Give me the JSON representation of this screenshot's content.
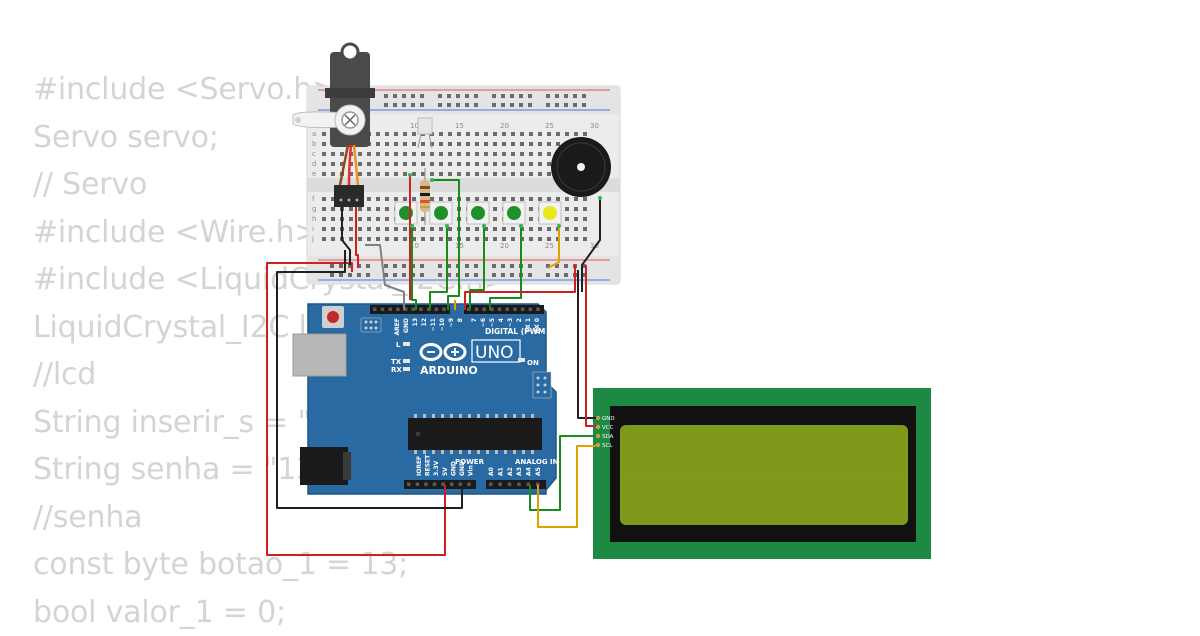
{
  "code_lines": [
    "#include <Servo.h>",
    "Servo servo;",
    "// Servo",
    "#include <Wire.h>",
    "#include <LiquidCrystal_I2C.h>",
    "LiquidCrystal_I2C lcd(0x27, 16, 2);",
    "//lcd",
    "String inserir_s = \"\";",
    "String senha = \"1234\";",
    "//senha",
    "const byte botao_1 = 13;",
    "bool valor_1 = 0;"
  ],
  "arduino": {
    "brand": "ARDUINO",
    "model": "UNO",
    "digital_header": "DIGITAL (PWM ~)",
    "analog_header": "ANALOG IN",
    "power_header": "POWER",
    "on_label": "ON",
    "l_label": "L",
    "tx_label": "TX",
    "rx_label": "RX",
    "top_pins": [
      "AREF",
      "GND",
      "13",
      "12",
      "~11",
      "~10",
      "~9",
      "8",
      "7",
      "~6",
      "~5",
      "4",
      "~3",
      "2",
      "TX 1",
      "RX 0"
    ],
    "power_pins": [
      "IOREF",
      "RESET",
      "3.3V",
      "5V",
      "GND",
      "GND",
      "Vin"
    ],
    "analog_pins": [
      "A0",
      "A1",
      "A2",
      "A3",
      "A4",
      "A5"
    ]
  },
  "breadboard": {
    "column_numbers": [
      "10",
      "15",
      "20",
      "25",
      "30"
    ],
    "row_letters_top": [
      "a",
      "b",
      "c",
      "d",
      "e"
    ],
    "row_letters_bottom": [
      "f",
      "g",
      "h",
      "i",
      "j"
    ]
  },
  "lcd": {
    "pins": [
      "GND",
      "VCC",
      "SDA",
      "SCL"
    ]
  },
  "colors": {
    "arduino_board": "#2a6aa3",
    "lcd_board": "#1d8a43",
    "lcd_screen": "#7f9a1a",
    "wire_red": "#d01f1f",
    "wire_black": "#202020",
    "wire_green": "#1a8a1a",
    "wire_yellow": "#e0a000",
    "button_cap": "#1f8f2a",
    "code_text": "#d4d4d4"
  }
}
